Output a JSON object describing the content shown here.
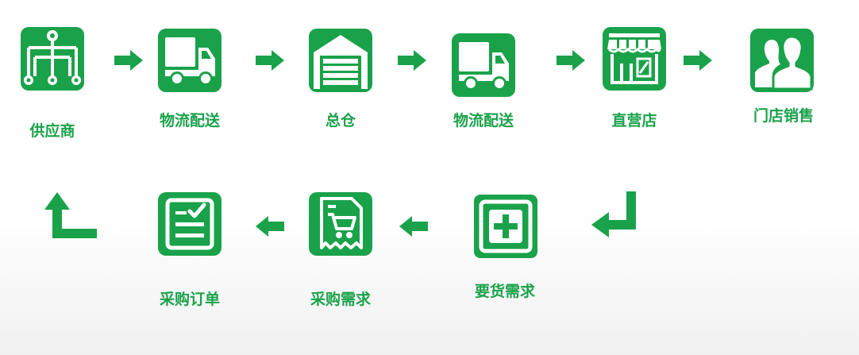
{
  "colors": {
    "accent": "#1aa24a"
  },
  "steps": [
    {
      "label": "供应商",
      "icon": "supplier-hierarchy-icon"
    },
    {
      "label": "物流配送",
      "icon": "delivery-truck-icon"
    },
    {
      "label": "总仓",
      "icon": "warehouse-icon"
    },
    {
      "label": "物流配送",
      "icon": "delivery-truck-icon"
    },
    {
      "label": "直营店",
      "icon": "storefront-icon"
    },
    {
      "label": "门店销售",
      "icon": "customers-icon"
    },
    {
      "label": "要货需求",
      "icon": "plus-box-icon"
    },
    {
      "label": "采购需求",
      "icon": "shopping-receipt-icon"
    },
    {
      "label": "采购订单",
      "icon": "checklist-icon"
    }
  ]
}
